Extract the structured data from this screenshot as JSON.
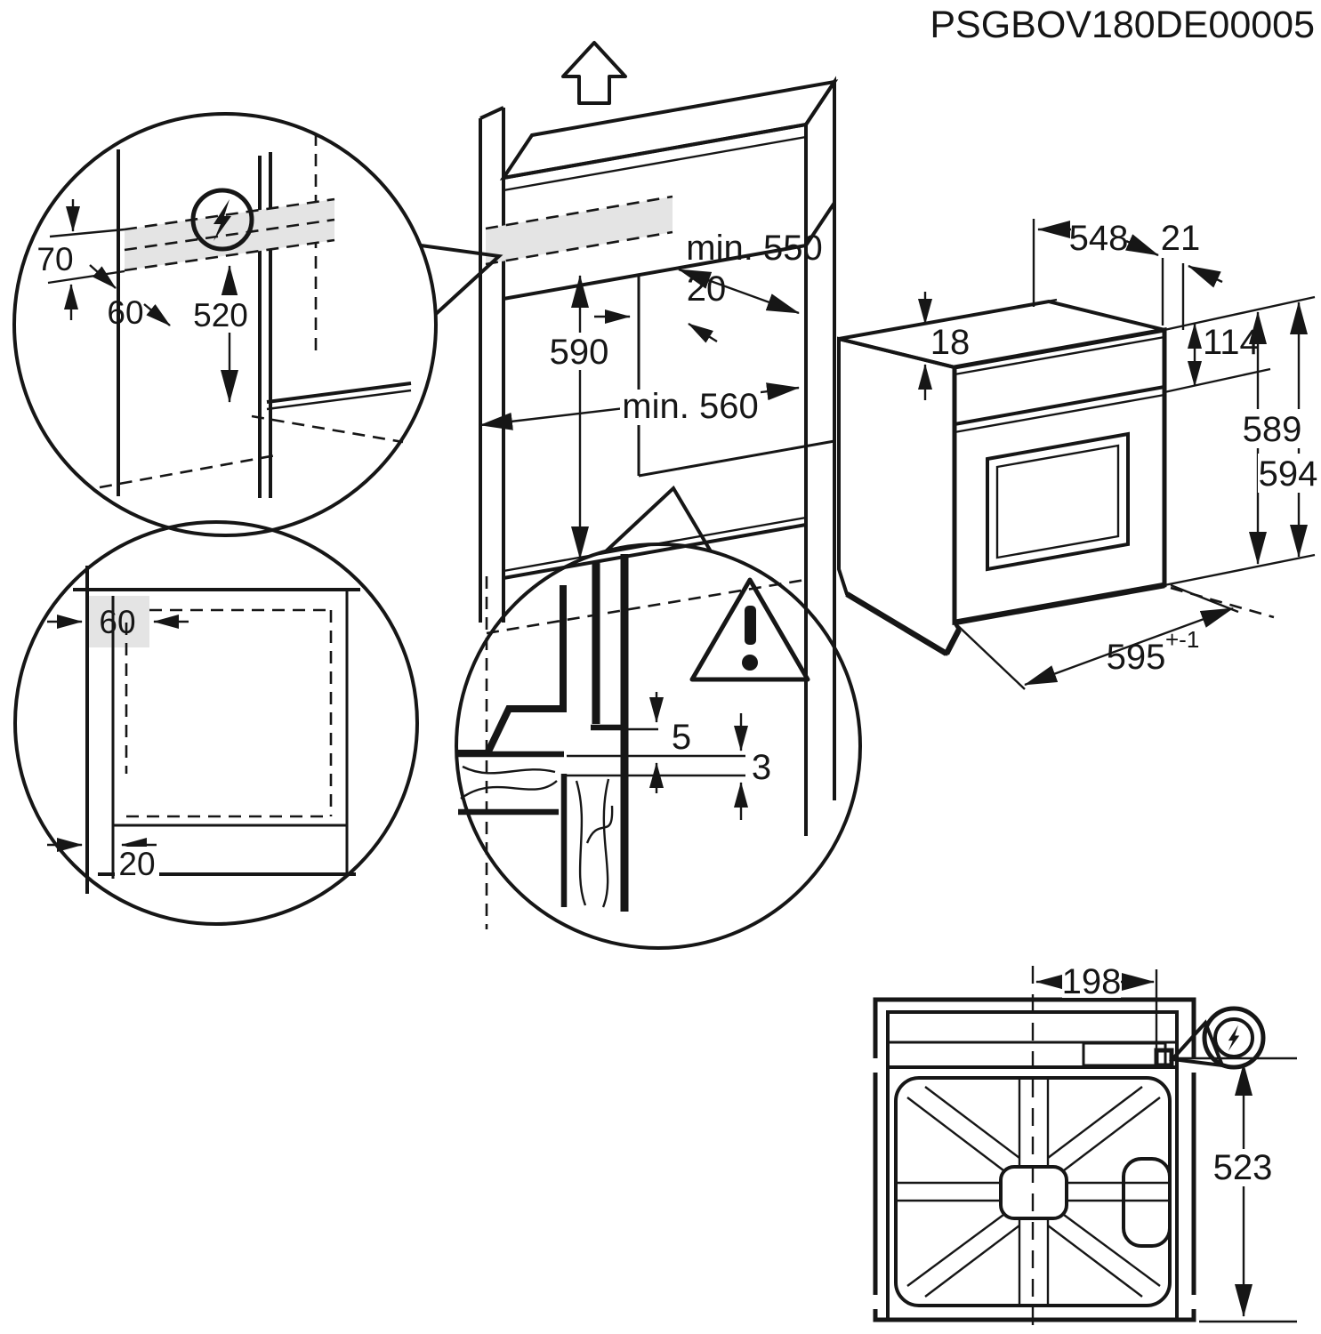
{
  "header": {
    "doc_code": "PSGBOV180DE00005"
  },
  "units": "mm",
  "colors": {
    "line": "#161616",
    "highlight_fill": "#e4e4e4",
    "background": "#ffffff"
  },
  "detail_circle_top_left": {
    "description": "side-panel electrical connection zone detail",
    "icon": "lightning-bolt-circle",
    "dims": {
      "height": "70",
      "depth": "60",
      "from_bottom": "520"
    }
  },
  "cabinet_view": {
    "description": "tall cabinet niche isometric view",
    "icon": "up-arrow",
    "dims": {
      "niche_depth": "min. 550",
      "rear_gap": "20",
      "niche_height": "590",
      "niche_width": "min. 560"
    }
  },
  "oven_view": {
    "description": "built-in oven isometric view",
    "dims": {
      "body_width": "548",
      "door_overhang": "21",
      "top_clearance": "18",
      "control_panel_height": "114",
      "body_height": "589",
      "door_height": "594",
      "door_width": "595",
      "door_width_tolerance": "+-1"
    }
  },
  "detail_circle_bottom_left": {
    "description": "plan view corner clearance detail",
    "dims": {
      "corner_zone": "60",
      "front_gap": "20"
    }
  },
  "detail_circle_gap": {
    "description": "front trim gap detail",
    "icon": "warning-triangle",
    "dims": {
      "gap_top": "5",
      "gap_bottom": "3"
    }
  },
  "rear_view": {
    "description": "oven rear panel view",
    "icon": "lightning-bolt-balloon",
    "dims": {
      "terminal_offset": "198",
      "terminal_height": "523"
    }
  }
}
